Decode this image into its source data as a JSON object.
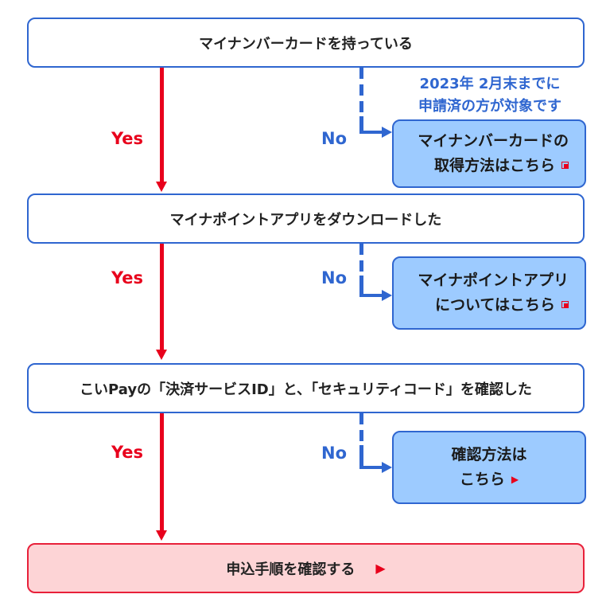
{
  "steps": [
    {
      "question": "マイナンバーカードを持っている",
      "yes": "Yes",
      "no": "No",
      "note_lines": [
        "2023年 2月末までに",
        "申請済の方が対象です"
      ],
      "link_lines": [
        "マイナンバーカードの",
        "取得方法はこちら"
      ]
    },
    {
      "question": "マイナポイントアプリをダウンロードした",
      "yes": "Yes",
      "no": "No",
      "link_lines": [
        "マイナポイントアプリ",
        "についてはこちら"
      ]
    },
    {
      "question": "こいPayの「決済サービスID」と、「セキュリティコード」を確認した",
      "yes": "Yes",
      "no": "No",
      "link_lines": [
        "確認方法は",
        "こちら"
      ]
    }
  ],
  "final": {
    "label": "申込手順を確認する"
  },
  "icons": {
    "external_link": "external-link-icon",
    "play_arrow": "play-arrow-icon"
  },
  "colors": {
    "red": "#e8001c",
    "blue": "#2f66d0",
    "light_blue": "#9dcbff",
    "light_red": "#fdd4d6"
  }
}
